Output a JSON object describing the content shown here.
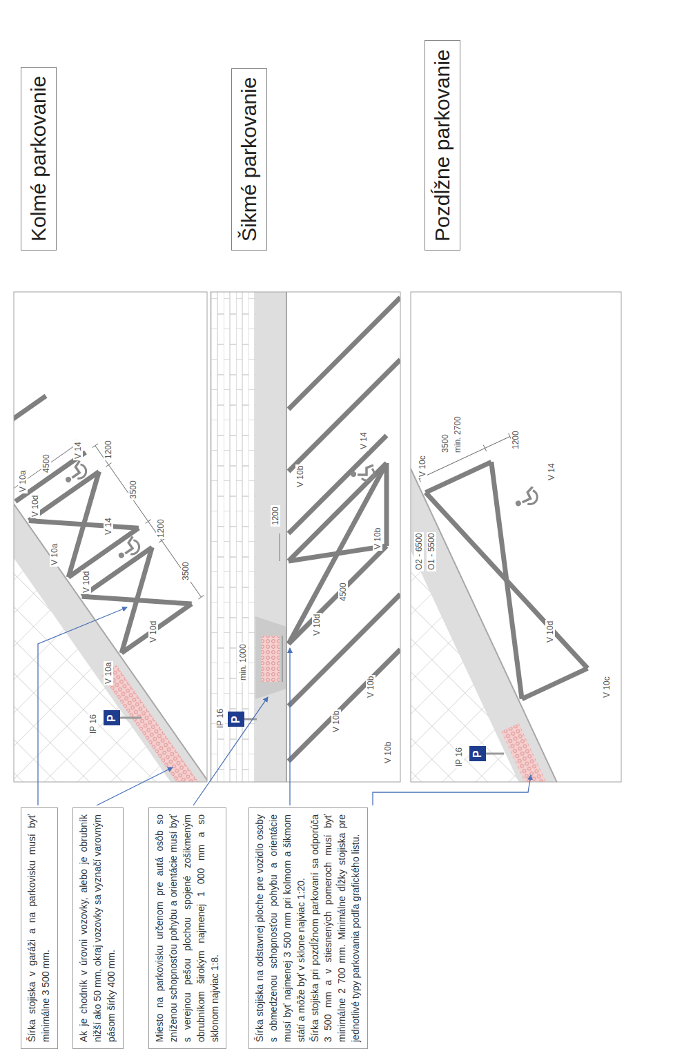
{
  "diagram": {
    "nodes": [
      {
        "text": [
          "Šírka stojiska v garáži a na parkovisku musí byť minimálne 3 500 mm."
        ]
      },
      {
        "text": [
          "Ak je chodník v úrovni vozovky, alebo je obrubník nižší ako 50 mm, okraj vozovky sa vyznačí varovným pásom šírky 400 mm."
        ]
      },
      {
        "text": [
          "Miesto na parkovisku určenom pre autá osôb so zníženou schopnosťou pohybu a orientácie musí byť s verejnou pešou plochou spojené zošikmeným obrubníkom širokým najmenej 1 000 mm a so sklonom najviac 1:8."
        ]
      },
      {
        "text": [
          "Šírka stojiska na odstavnej ploche pre vozidlo osoby s obmedzenou schopnosťou pohybu a orientácie musí byť najmenej 3 500 mm pri kolmom a šikmom státí a môže byť v sklone najviac 1:20.",
          "Šírka stojiska pri pozdĺžnom parkovaní sa odporúča 3 500 mm a v stiesnených pomeroch musí byť minimálne 2 700 mm. Minimálne dĺžky stojiska pre jednotlivé typy parkovania podľa grafického listu."
        ]
      },
      {
        "text": [
          "Kolmé parkovanie"
        ]
      },
      {
        "text": [
          "Šikmé parkovanie"
        ]
      },
      {
        "text": [
          "Pozdĺžne parkovanie"
        ]
      }
    ],
    "labels": [
      "IP 16",
      "P",
      "V 10a",
      "V 10a",
      "V 10a",
      "V 10d",
      "V 10d",
      "V 10d",
      "4500",
      "3500",
      "3500",
      "1200",
      "1200",
      "V 14",
      "V 14",
      "IP 16",
      "P",
      "min. 1000",
      "V 10d",
      "4500",
      "1200",
      "V 10b",
      "V 10b",
      "V 10b",
      "V 10b",
      "V 10b",
      "V 14",
      "IP 16",
      "P",
      "O2 - 6500",
      "O1 - 5500",
      "3500",
      "min. 2700",
      "1200",
      "V 14",
      "V 10d",
      "V 10c",
      "V 10c"
    ]
  }
}
